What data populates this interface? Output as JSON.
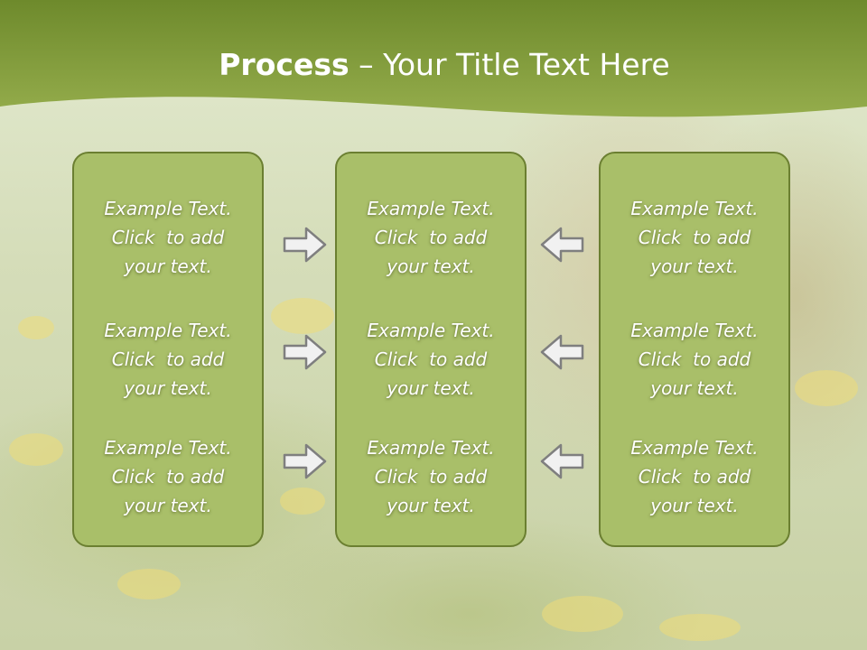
{
  "slide": {
    "title_bold": "Process",
    "title_rest": " – Your Title Text Here"
  },
  "panels": [
    {
      "items": [
        {
          "lines": [
            "Example Text.",
            "Click  to add",
            "your text."
          ]
        },
        {
          "lines": [
            "Example Text.",
            "Click  to add",
            "your text."
          ]
        },
        {
          "lines": [
            "Example Text.",
            "Click  to add",
            "your text."
          ]
        }
      ]
    },
    {
      "items": [
        {
          "lines": [
            "Example Text.",
            "Click  to add",
            "your text."
          ]
        },
        {
          "lines": [
            "Example Text.",
            "Click  to add",
            "your text."
          ]
        },
        {
          "lines": [
            "Example Text.",
            "Click  to add",
            "your text."
          ]
        }
      ]
    },
    {
      "items": [
        {
          "lines": [
            "Example Text.",
            "Click  to add",
            "your text."
          ]
        },
        {
          "lines": [
            "Example Text.",
            "Click  to add",
            "your text."
          ]
        },
        {
          "lines": [
            "Example Text.",
            "Click  to add",
            "your text."
          ]
        }
      ]
    }
  ],
  "arrows": {
    "left_column": "right-arrow-icon",
    "right_column": "left-arrow-icon"
  },
  "colors": {
    "header_green": "#7e9a3a",
    "panel_fill": "#a9bf69",
    "panel_border": "#6b7f31",
    "arrow_fill": "#f1f1f1",
    "arrow_stroke": "#7f7f7f"
  }
}
